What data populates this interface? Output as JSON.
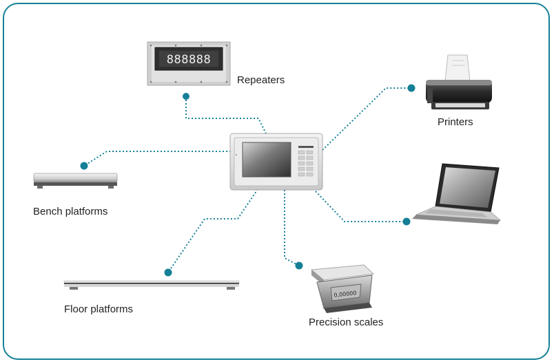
{
  "colors": {
    "frame": "#147f96",
    "connector": "#147f96"
  },
  "devices": {
    "repeater": {
      "label": "Repeaters",
      "display_text": "888888"
    },
    "printer": {
      "label": "Printers"
    },
    "bench_platform": {
      "label": "Bench platforms"
    },
    "floor_platform": {
      "label": "Floor platforms"
    },
    "precision_scale": {
      "label": "Precision scales",
      "display_text": "0,00000"
    },
    "laptop": {
      "label": ""
    }
  },
  "icons": [
    "terminal-icon",
    "repeater-icon",
    "printer-icon",
    "bench-platform-icon",
    "floor-platform-icon",
    "precision-scale-icon",
    "laptop-icon"
  ]
}
